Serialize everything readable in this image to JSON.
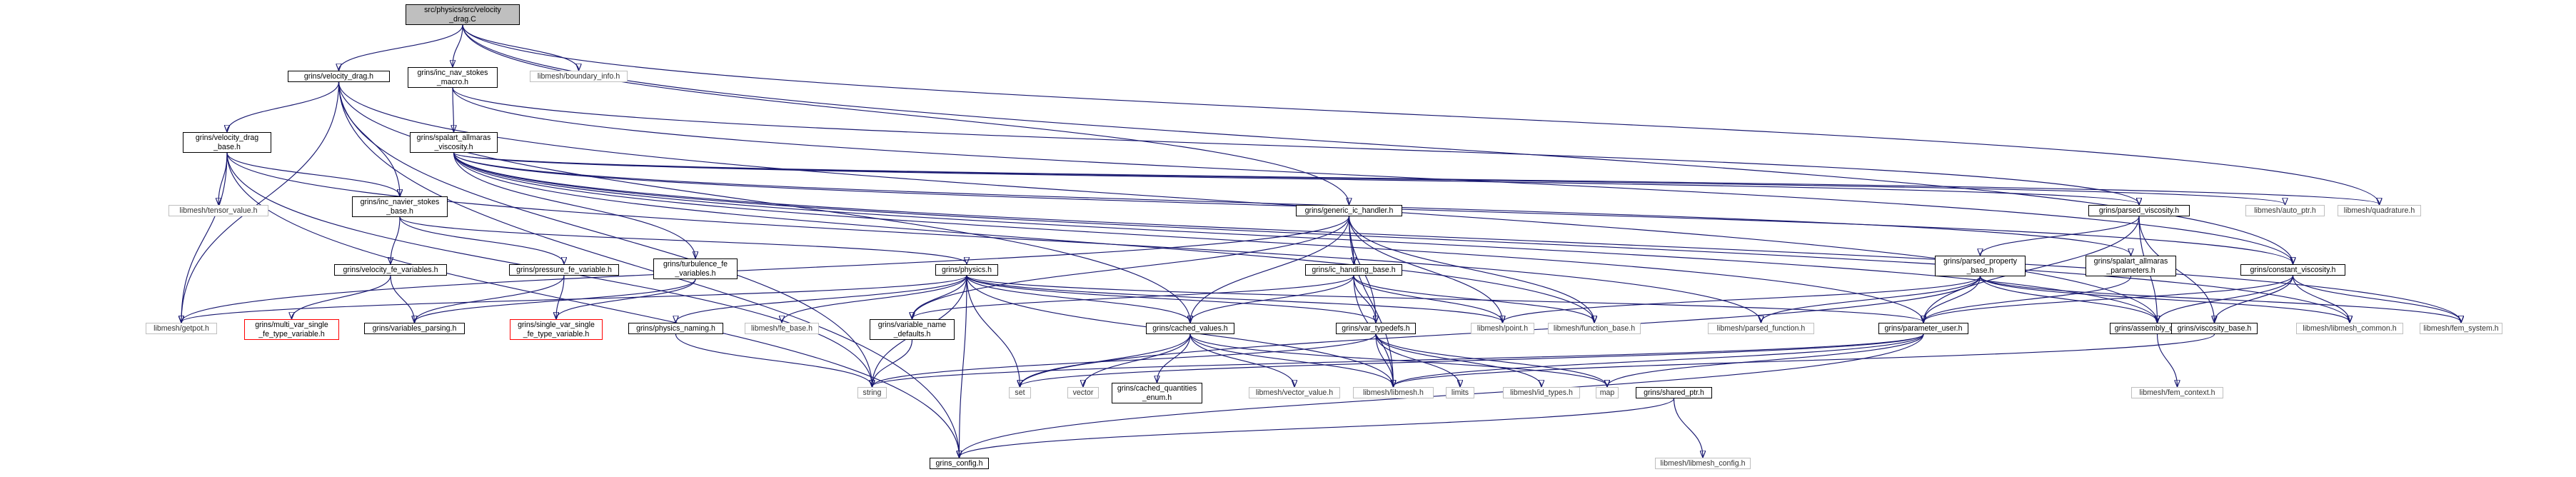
{
  "graph": {
    "edge_color": "#191970",
    "nodes": {
      "root": {
        "label": "src/physics/src/velocity\n_drag.C",
        "kind": "root"
      },
      "velocity_drag_h": {
        "label": "grins/velocity_drag.h",
        "kind": "link"
      },
      "inc_nav_stokes_macro_h": {
        "label": "grins/inc_nav_stokes\n_macro.h",
        "kind": "link"
      },
      "boundary_info_h": {
        "label": "libmesh/boundary_info.h",
        "kind": "ext"
      },
      "velocity_drag_base_h": {
        "label": "grins/velocity_drag\n_base.h",
        "kind": "link"
      },
      "spalart_allmaras_viscosity_h": {
        "label": "grins/spalart_allmaras\n_viscosity.h",
        "kind": "link"
      },
      "tensor_value_h": {
        "label": "libmesh/tensor_value.h",
        "kind": "ext"
      },
      "inc_navier_stokes_base_h": {
        "label": "grins/inc_navier_stokes\n_base.h",
        "kind": "link"
      },
      "generic_ic_handler_h": {
        "label": "grins/generic_ic_handler.h",
        "kind": "link"
      },
      "parsed_viscosity_h": {
        "label": "grins/parsed_viscosity.h",
        "kind": "link"
      },
      "auto_ptr_h": {
        "label": "libmesh/auto_ptr.h",
        "kind": "ext"
      },
      "quadrature_h": {
        "label": "libmesh/quadrature.h",
        "kind": "ext"
      },
      "ic_handling_base_h": {
        "label": "grins/ic_handling_base.h",
        "kind": "link"
      },
      "turbulence_fe_variables_h": {
        "label": "grins/turbulence_fe\n_variables.h",
        "kind": "link"
      },
      "parsed_property_base_h": {
        "label": "grins/parsed_property\n_base.h",
        "kind": "link"
      },
      "spalart_allmaras_parameters_h": {
        "label": "grins/spalart_allmaras\n_parameters.h",
        "kind": "link"
      },
      "constant_viscosity_h": {
        "label": "grins/constant_viscosity.h",
        "kind": "link"
      },
      "velocity_fe_variables_h": {
        "label": "grins/velocity_fe_variables.h",
        "kind": "link"
      },
      "pressure_fe_variable_h": {
        "label": "grins/pressure_fe_variable.h",
        "kind": "link"
      },
      "physics_h": {
        "label": "grins/physics.h",
        "kind": "link"
      },
      "getpot_h": {
        "label": "libmesh/getpot.h",
        "kind": "ext"
      },
      "multi_var_single_fe_type_variable_h": {
        "label": "grins/multi_var_single\n_fe_type_variable.h",
        "kind": "trunc"
      },
      "variables_parsing_h": {
        "label": "grins/variables_parsing.h",
        "kind": "link"
      },
      "single_var_single_fe_type_variable_h": {
        "label": "grins/single_var_single\n_fe_type_variable.h",
        "kind": "trunc"
      },
      "physics_naming_h": {
        "label": "grins/physics_naming.h",
        "kind": "link"
      },
      "fe_base_h": {
        "label": "libmesh/fe_base.h",
        "kind": "ext"
      },
      "variable_name_defaults_h": {
        "label": "grins/variable_name\n_defaults.h",
        "kind": "link"
      },
      "cached_values_h": {
        "label": "grins/cached_values.h",
        "kind": "link"
      },
      "var_typedefs_h": {
        "label": "grins/var_typedefs.h",
        "kind": "link"
      },
      "point_h": {
        "label": "libmesh/point.h",
        "kind": "ext"
      },
      "function_base_h": {
        "label": "libmesh/function_base.h",
        "kind": "ext"
      },
      "parsed_function_h": {
        "label": "libmesh/parsed_function.h",
        "kind": "ext"
      },
      "parameter_user_h": {
        "label": "grins/parameter_user.h",
        "kind": "link"
      },
      "assembly_context_h": {
        "label": "grins/assembly_context.h",
        "kind": "link"
      },
      "viscosity_base_h": {
        "label": "grins/viscosity_base.h",
        "kind": "link"
      },
      "libmesh_common_h": {
        "label": "libmesh/libmesh_common.h",
        "kind": "ext"
      },
      "fem_system_h": {
        "label": "libmesh/fem_system.h",
        "kind": "ext"
      },
      "string": {
        "label": "string",
        "kind": "ext"
      },
      "set": {
        "label": "set",
        "kind": "ext"
      },
      "vector": {
        "label": "vector",
        "kind": "ext"
      },
      "cached_quantities_enum_h": {
        "label": "grins/cached_quantities\n_enum.h",
        "kind": "link"
      },
      "vector_value_h": {
        "label": "libmesh/vector_value.h",
        "kind": "ext"
      },
      "libmesh_h": {
        "label": "libmesh/libmesh.h",
        "kind": "ext"
      },
      "limits": {
        "label": "limits",
        "kind": "ext"
      },
      "id_types_h": {
        "label": "libmesh/id_types.h",
        "kind": "ext"
      },
      "map": {
        "label": "map",
        "kind": "ext"
      },
      "shared_ptr_h": {
        "label": "grins/shared_ptr.h",
        "kind": "link"
      },
      "fem_context_h": {
        "label": "libmesh/fem_context.h",
        "kind": "ext"
      },
      "grins_config_h": {
        "label": "grins_config.h",
        "kind": "link"
      },
      "libmesh_config_h": {
        "label": "libmesh/libmesh_config.h",
        "kind": "ext"
      }
    },
    "edges": [
      [
        "root",
        "velocity_drag_h"
      ],
      [
        "root",
        "inc_nav_stokes_macro_h"
      ],
      [
        "root",
        "boundary_info_h"
      ],
      [
        "root",
        "generic_ic_handler_h"
      ],
      [
        "root",
        "quadrature_h"
      ],
      [
        "root",
        "constant_viscosity_h"
      ],
      [
        "velocity_drag_h",
        "velocity_drag_base_h"
      ],
      [
        "velocity_drag_h",
        "inc_navier_stokes_base_h"
      ],
      [
        "velocity_drag_h",
        "getpot_h"
      ],
      [
        "velocity_drag_h",
        "string"
      ],
      [
        "velocity_drag_h",
        "cached_values_h"
      ],
      [
        "velocity_drag_h",
        "assembly_context_h"
      ],
      [
        "velocity_drag_h",
        "grins_config_h"
      ],
      [
        "inc_nav_stokes_macro_h",
        "spalart_allmaras_viscosity_h"
      ],
      [
        "inc_nav_stokes_macro_h",
        "parsed_viscosity_h"
      ],
      [
        "inc_nav_stokes_macro_h",
        "constant_viscosity_h"
      ],
      [
        "velocity_drag_base_h",
        "tensor_value_h"
      ],
      [
        "velocity_drag_base_h",
        "inc_navier_stokes_base_h"
      ],
      [
        "velocity_drag_base_h",
        "getpot_h"
      ],
      [
        "velocity_drag_base_h",
        "string"
      ],
      [
        "velocity_drag_base_h",
        "parsed_function_h"
      ],
      [
        "velocity_drag_base_h",
        "grins_config_h"
      ],
      [
        "spalart_allmaras_viscosity_h",
        "turbulence_fe_variables_h"
      ],
      [
        "spalart_allmaras_viscosity_h",
        "parsed_viscosity_h"
      ],
      [
        "spalart_allmaras_viscosity_h",
        "auto_ptr_h"
      ],
      [
        "spalart_allmaras_viscosity_h",
        "quadrature_h"
      ],
      [
        "spalart_allmaras_viscosity_h",
        "spalart_allmaras_parameters_h"
      ],
      [
        "spalart_allmaras_viscosity_h",
        "constant_viscosity_h"
      ],
      [
        "spalart_allmaras_viscosity_h",
        "function_base_h"
      ],
      [
        "spalart_allmaras_viscosity_h",
        "parameter_user_h"
      ],
      [
        "spalart_allmaras_viscosity_h",
        "assembly_context_h"
      ],
      [
        "spalart_allmaras_viscosity_h",
        "libmesh_common_h"
      ],
      [
        "spalart_allmaras_viscosity_h",
        "fem_system_h"
      ],
      [
        "inc_navier_stokes_base_h",
        "velocity_fe_variables_h"
      ],
      [
        "inc_navier_stokes_base_h",
        "pressure_fe_variable_h"
      ],
      [
        "inc_navier_stokes_base_h",
        "physics_h"
      ],
      [
        "generic_ic_handler_h",
        "getpot_h"
      ],
      [
        "generic_ic_handler_h",
        "ic_handling_base_h"
      ],
      [
        "generic_ic_handler_h",
        "variable_name_defaults_h"
      ],
      [
        "generic_ic_handler_h",
        "cached_values_h"
      ],
      [
        "generic_ic_handler_h",
        "var_typedefs_h"
      ],
      [
        "generic_ic_handler_h",
        "point_h"
      ],
      [
        "generic_ic_handler_h",
        "function_base_h"
      ],
      [
        "generic_ic_handler_h",
        "libmesh_h"
      ],
      [
        "parsed_viscosity_h",
        "parsed_property_base_h"
      ],
      [
        "parsed_viscosity_h",
        "viscosity_base_h"
      ],
      [
        "parsed_viscosity_h",
        "parameter_user_h"
      ],
      [
        "parsed_viscosity_h",
        "assembly_context_h"
      ],
      [
        "ic_handling_base_h",
        "variable_name_defaults_h"
      ],
      [
        "ic_handling_base_h",
        "cached_values_h"
      ],
      [
        "ic_handling_base_h",
        "var_typedefs_h"
      ],
      [
        "ic_handling_base_h",
        "point_h"
      ],
      [
        "ic_handling_base_h",
        "function_base_h"
      ],
      [
        "ic_handling_base_h",
        "libmesh_h"
      ],
      [
        "turbulence_fe_variables_h",
        "variables_parsing_h"
      ],
      [
        "turbulence_fe_variables_h",
        "single_var_single_fe_type_variable_h"
      ],
      [
        "parsed_property_base_h",
        "point_h"
      ],
      [
        "parsed_property_base_h",
        "parsed_function_h"
      ],
      [
        "parsed_property_base_h",
        "parameter_user_h"
      ],
      [
        "parsed_property_base_h",
        "assembly_context_h"
      ],
      [
        "parsed_property_base_h",
        "libmesh_common_h"
      ],
      [
        "parsed_property_base_h",
        "fem_system_h"
      ],
      [
        "parsed_property_base_h",
        "set"
      ],
      [
        "spalart_allmaras_parameters_h",
        "parameter_user_h"
      ],
      [
        "constant_viscosity_h",
        "viscosity_base_h"
      ],
      [
        "constant_viscosity_h",
        "parameter_user_h"
      ],
      [
        "constant_viscosity_h",
        "assembly_context_h"
      ],
      [
        "constant_viscosity_h",
        "libmesh_common_h"
      ],
      [
        "constant_viscosity_h",
        "fem_system_h"
      ],
      [
        "velocity_fe_variables_h",
        "multi_var_single_fe_type_variable_h"
      ],
      [
        "velocity_fe_variables_h",
        "variables_parsing_h"
      ],
      [
        "pressure_fe_variable_h",
        "variables_parsing_h"
      ],
      [
        "pressure_fe_variable_h",
        "single_var_single_fe_type_variable_h"
      ],
      [
        "physics_h",
        "getpot_h"
      ],
      [
        "physics_h",
        "physics_naming_h"
      ],
      [
        "physics_h",
        "fe_base_h"
      ],
      [
        "physics_h",
        "variable_name_defaults_h"
      ],
      [
        "physics_h",
        "cached_values_h"
      ],
      [
        "physics_h",
        "var_typedefs_h"
      ],
      [
        "physics_h",
        "point_h"
      ],
      [
        "physics_h",
        "parameter_user_h"
      ],
      [
        "physics_h",
        "string"
      ],
      [
        "physics_h",
        "set"
      ],
      [
        "physics_h",
        "libmesh_h"
      ],
      [
        "physics_h",
        "grins_config_h"
      ],
      [
        "physics_naming_h",
        "string"
      ],
      [
        "variable_name_defaults_h",
        "string"
      ],
      [
        "cached_values_h",
        "set"
      ],
      [
        "cached_values_h",
        "vector"
      ],
      [
        "cached_values_h",
        "cached_quantities_enum_h"
      ],
      [
        "cached_values_h",
        "vector_value_h"
      ],
      [
        "cached_values_h",
        "libmesh_h"
      ],
      [
        "cached_values_h",
        "map"
      ],
      [
        "var_typedefs_h",
        "limits"
      ],
      [
        "var_typedefs_h",
        "id_types_h"
      ],
      [
        "var_typedefs_h",
        "map"
      ],
      [
        "var_typedefs_h",
        "libmesh_h"
      ],
      [
        "var_typedefs_h",
        "string"
      ],
      [
        "parameter_user_h",
        "string"
      ],
      [
        "parameter_user_h",
        "map"
      ],
      [
        "parameter_user_h",
        "set"
      ],
      [
        "parameter_user_h",
        "libmesh_h"
      ],
      [
        "parameter_user_h",
        "grins_config_h"
      ],
      [
        "assembly_context_h",
        "fem_context_h"
      ],
      [
        "viscosity_base_h",
        "libmesh_h"
      ],
      [
        "shared_ptr_h",
        "grins_config_h"
      ],
      [
        "shared_ptr_h",
        "libmesh_config_h"
      ]
    ]
  }
}
